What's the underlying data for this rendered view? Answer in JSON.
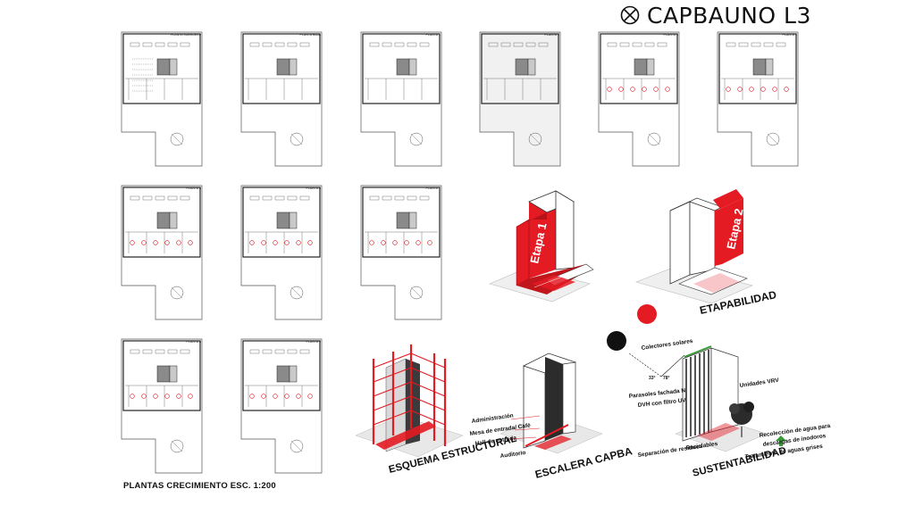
{
  "title": "CAPBAUNO L3",
  "scale_caption": "PLANTAS CRECIMIENTO ESC. 1:200",
  "colors": {
    "accent": "#e41b23",
    "ink": "#111111",
    "grey": "#9a9a9a",
    "light": "#d8d8d8"
  },
  "plans": [
    {
      "label": "PLANTA SUBSUELO"
    },
    {
      "label": "PLANTA BAJA"
    },
    {
      "label": "PLANTA 1"
    },
    {
      "label": "PLANTA 2"
    },
    {
      "label": "PLANTA 3"
    },
    {
      "label": "PLANTA 4"
    },
    {
      "label": "PLANTA 5"
    },
    {
      "label": "PLANTA 6"
    },
    {
      "label": "PLANTA 7"
    },
    {
      "label": "PLANTA 8"
    },
    {
      "label": "PLANTA 9"
    }
  ],
  "diagrams": {
    "etapa1": {
      "label": "Etapa 1"
    },
    "etapa2": {
      "label": "Etapa 2"
    },
    "etapabilidad": {
      "caption": "ETAPABILIDAD"
    },
    "estructural": {
      "caption": "ESQUEMA ESTRUCTURAL"
    },
    "escalera": {
      "caption": "ESCALERA CAPBA",
      "annotations": [
        "Administración",
        "Mesa de entrada/ Café",
        "Hall de entrada",
        "Auditorio"
      ]
    },
    "sustentabilidad": {
      "caption": "SUSTENTABILIDAD",
      "annotations": {
        "colectores": "Colectores solares",
        "angle1": "33°",
        "angle2": "78°",
        "parasoles_line1": "Parasoles fachada N",
        "parasoles_line2": "DVH con filtro UV",
        "unidades": "Unidades VRV",
        "separacion_line1": "Separación de residuos",
        "separacion_line2": "Reciclables",
        "recoleccion_line1": "Recolección de agua para",
        "recoleccion_line2": "descargas de inodoros",
        "tratamiento": "Tratamiento de aguas grises"
      }
    }
  }
}
